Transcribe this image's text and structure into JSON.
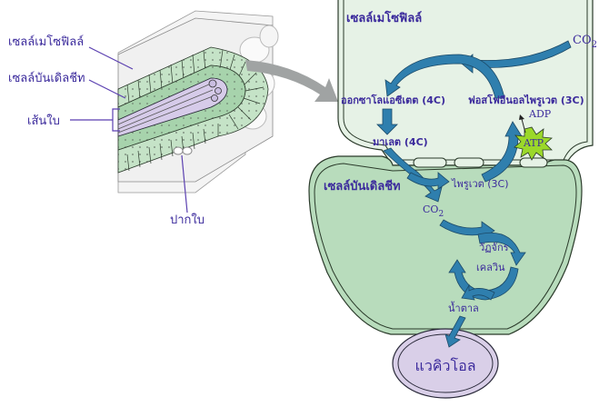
{
  "leaf_section": {
    "labels": {
      "mesophyll": "เซลล์เมโซฟิลล์",
      "bundle_sheath": "เซลล์บันเดิลชีท",
      "vein": "เส้นใบ",
      "stomata": "ปากใบ"
    }
  },
  "cells": {
    "mesophyll_title": "เซลล์เมโซฟิลล์",
    "bundle_sheath_title": "เซลล์บันเดิลชีท",
    "vacuole": "แวคิวโอล"
  },
  "molecules": {
    "co2_in": "CO",
    "co2_sub": "2",
    "oxaloacetate": "ออกซาโลแอซีเตต (4C)",
    "malate": "มาเลต (4C)",
    "pep": "ฟอสโฟอีนอลไพรูเวต (3C)",
    "adp": "ADP",
    "atp": "ATP",
    "pyruvate": "ไพรูเวต (3C)",
    "co2_release": "CO",
    "co2_release_sub": "2",
    "calvin_line1": "วัฏจักร",
    "calvin_line2": "เคลวิน",
    "sugar": "น้ำตาล"
  },
  "colors": {
    "arrow_blue": "#2f7fae",
    "arrow_outline": "#1c4a68",
    "label_purple": "#3b2a9c",
    "mesophyll_fill": "#e6f2e6",
    "bundle_fill": "#b8dcbc",
    "vacuole_fill": "#d9cfe8",
    "atp_green": "#9bd82a",
    "pointer_gray": "#a0a3a3",
    "vein_purple": "#c9bde0"
  }
}
